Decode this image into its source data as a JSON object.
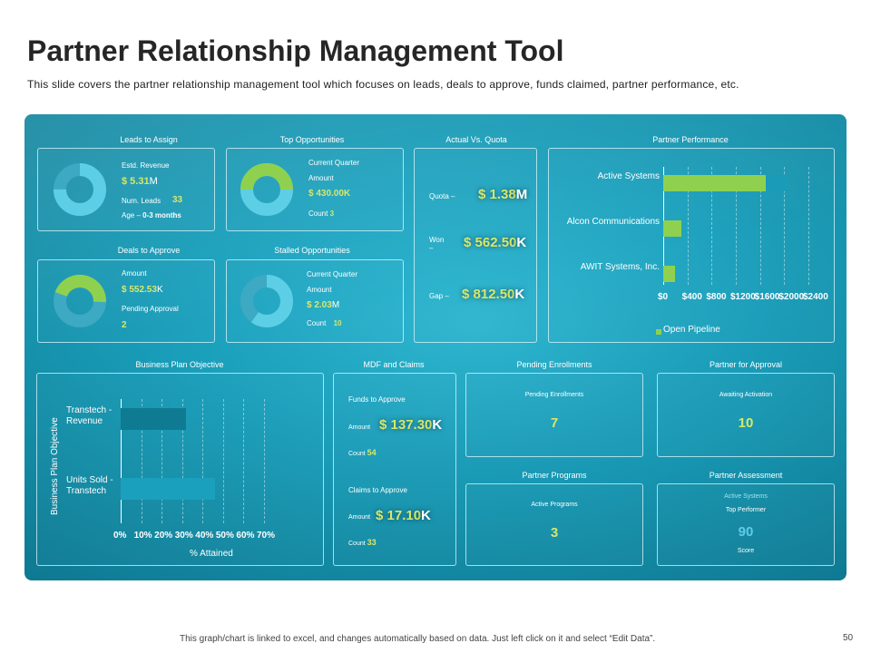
{
  "title": "Partner Relationship Management Tool",
  "subtitle": "This slide covers the partner relationship management tool which focuses on leads, deals to approve, funds claimed, partner performance, etc.",
  "footer": "This graph/chart is linked to excel, and changes automatically based on data. Just left click on it and select “Edit Data”.",
  "page_number": "50",
  "colors": {
    "accent_green": "#8fd14f",
    "accent_yellow": "#d6e86a",
    "panel_blue": "#1aa0bc",
    "donut_blue": "#5ccfe6"
  },
  "leads_to_assign": {
    "title": "Leads to Assign",
    "revenue_label": "Estd. Revenue",
    "revenue_value": "$ 5.31",
    "revenue_unit": "M",
    "leads_label": "Num. Leads",
    "leads_value": "33",
    "age_label": "Age –",
    "age_value": "0-3 months",
    "donut_fill": 0.75
  },
  "top_opportunities": {
    "title": "Top Opportunities",
    "quarter_label": "Current Quarter",
    "amount_label": "Amount",
    "amount_value": "$ 430.00K",
    "count_label": "Count",
    "count_value": "3",
    "donut_fill": 0.5
  },
  "deals_to_approve": {
    "title": "Deals to Approve",
    "amount_label": "Amount",
    "amount_value": "$ 552.53",
    "amount_unit": "K",
    "pending_label": "Pending Approval",
    "pending_value": "2",
    "donut_fill": 0.45
  },
  "stalled_opportunities": {
    "title": "Stalled Opportunities",
    "quarter_label": "Current Quarter",
    "amount_label": "Amount",
    "amount_value": "$ 2.03",
    "amount_unit": "M",
    "count_label": "Count",
    "count_value": "10",
    "donut_fill": 0.6
  },
  "actual_vs_quota": {
    "title": "Actual Vs. Quota",
    "quota_label": "Quota –",
    "quota_value": "$ 1.38",
    "quota_unit": "M",
    "won_label": "Won –",
    "won_value": "$ 562.50",
    "won_unit": "K",
    "gap_label": "Gap –",
    "gap_value": "$ 812.50",
    "gap_unit": "K"
  },
  "partner_performance": {
    "title": "Partner Performance",
    "legend": "Open Pipeline"
  },
  "business_plan": {
    "title": "Business Plan Objective",
    "ylabel": "Business Plan Objective",
    "xlabel": "% Attained"
  },
  "mdf_claims": {
    "title": "MDF and Claims",
    "funds_label": "Funds to Approve",
    "funds_amount_label": "Amount",
    "funds_amount_value": "$ 137.30",
    "funds_amount_unit": "K",
    "funds_count_label": "Count",
    "funds_count_value": "54",
    "claims_label": "Claims to Approve",
    "claims_amount_label": "Amount",
    "claims_amount_value": "$ 17.10",
    "claims_amount_unit": "K",
    "claims_count_label": "Count",
    "claims_count_value": "33"
  },
  "pending_enrollments": {
    "title": "Pending Enrollments",
    "label": "Pending Enrollments",
    "value": "7"
  },
  "partner_for_approval": {
    "title": "Partner for Approval",
    "label": "Awaiting Activation",
    "value": "10"
  },
  "partner_programs": {
    "title": "Partner Programs",
    "label": "Active Programs",
    "value": "3"
  },
  "partner_assessment": {
    "title": "Partner Assessment",
    "label1": "Active Systems",
    "label2": "Top Performer",
    "value": "90",
    "label3": "Score"
  },
  "chart_data": [
    {
      "type": "bar",
      "orientation": "horizontal",
      "title": "Partner Performance",
      "categories": [
        "Active Systems",
        "Alcon Communications",
        "AWIT Systems, Inc."
      ],
      "series": [
        {
          "name": "Open Pipeline",
          "values": [
            1700,
            300,
            200
          ]
        }
      ],
      "xticks": [
        "$0",
        "$400",
        "$800",
        "$1200",
        "$1600",
        "$2000",
        "$2400"
      ],
      "xlim": [
        0,
        2400
      ],
      "grid": true,
      "legend": "bottom-left"
    },
    {
      "type": "bar",
      "orientation": "horizontal",
      "title": "Business Plan Objective",
      "categories": [
        "Transtech - Revenue",
        "Units Sold - Transtech"
      ],
      "values": [
        32,
        46
      ],
      "xticks": [
        "0%",
        "10%",
        "20%",
        "30%",
        "40%",
        "50%",
        "60%",
        "70%"
      ],
      "xlabel": "% Attained",
      "ylabel": "Business Plan Objective",
      "xlim": [
        0,
        70
      ],
      "grid": true
    }
  ]
}
